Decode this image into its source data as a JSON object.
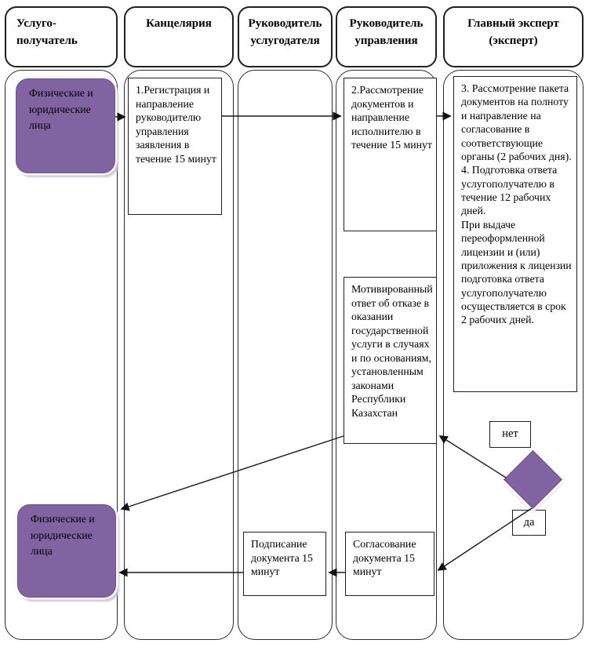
{
  "diagram": {
    "lanes": [
      {
        "header": "Услуго-получатель"
      },
      {
        "header": "Канцелярия"
      },
      {
        "header": "Руководитель услугодателя"
      },
      {
        "header": "Руководитель управления"
      },
      {
        "header": "Главный эксперт (эксперт)"
      }
    ],
    "nodes": {
      "recipient_top": "Физические и юридические лица",
      "step1": "1.Регистрация и направление руководителю управления заявления в течение 15 минут",
      "step2": "2.Рассмотрение документов и направление исполнителю в течение 15 минут",
      "step3_4": "3. Рассмотрение пакета документов на полноту и направление на согласование в соответствующие органы (2 рабочих дня).\n4. Подготовка ответа услугополучателю в течение 12 рабочих дней.\nПри выдаче переоформленной лицензии и (или) приложения к лицензии подготовка ответа услугополучателю осуществляется в срок 2 рабочих дней.",
      "refusal": "Мотивированный ответ об отказе в оказании государственной услуги в случаях и по основаниям, установленным законами Республики Казахстан",
      "decision_no": "нет",
      "decision_yes": "да",
      "approve": "Согласование документа 15 минут",
      "sign": "Подписание документа 15 минут",
      "recipient_bottom": "Физические и юридические лица"
    },
    "colors": {
      "shape_fill": "#8064a2",
      "shape_border": "#6a5191",
      "line": "#1a1a1a"
    }
  }
}
